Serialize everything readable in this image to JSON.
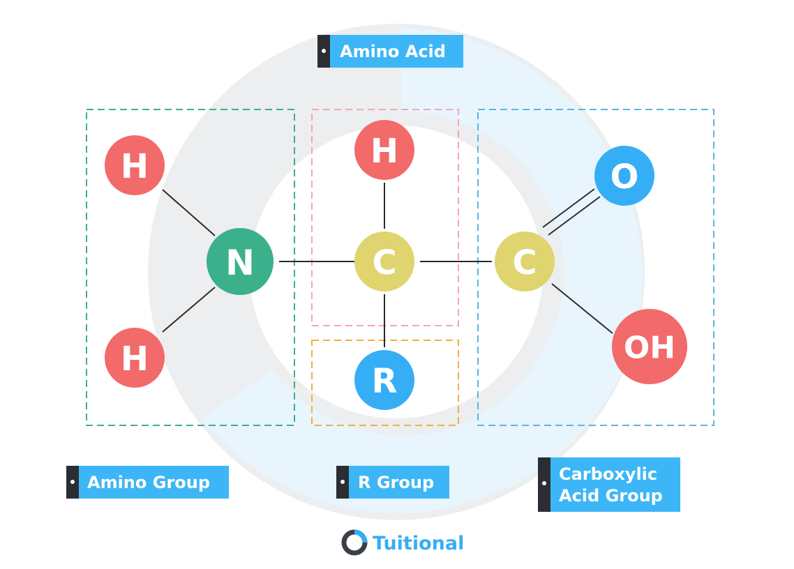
{
  "title": "Amino Acid",
  "atoms": {
    "h_top_left": "H",
    "h_bottom_left": "H",
    "n": "N",
    "h_top_center": "H",
    "c_alpha": "C",
    "r": "R",
    "c_carboxyl": "C",
    "o": "O",
    "oh": "OH"
  },
  "groups": {
    "amino": "Amino Group",
    "r": "R Group",
    "carboxylic_line1": "Carboxylic",
    "carboxylic_line2": "Acid Group"
  },
  "brand": "Tuitional",
  "colors": {
    "hydrogen": "#f26a6a",
    "nitrogen": "#3bb08a",
    "carbon": "#dfd46e",
    "oxygen": "#35aef5",
    "r_group": "#35aef5",
    "tag_fill": "#3db6f7",
    "tag_edge": "#2b2d33",
    "amino_box": "#3bb08a",
    "r_box_top": "#f2a7b4",
    "r_box_bottom": "#f0b040",
    "carboxyl_box": "#5ab4e6",
    "bond": "#2a2a2a"
  }
}
